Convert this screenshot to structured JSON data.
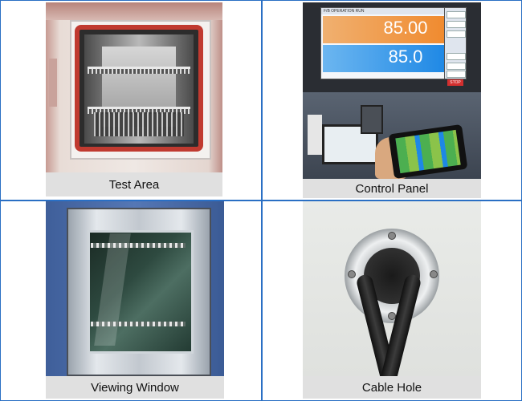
{
  "panels": [
    {
      "caption": "Test Area"
    },
    {
      "caption": "Control Panel"
    },
    {
      "caption": "Viewing Window"
    },
    {
      "caption": "Cable Hole"
    }
  ],
  "control_screen": {
    "title": "F/B OPERATION RUN",
    "setpoint_top": "85.00",
    "setpoint_bottom": "85.0",
    "stop_label": "STOP"
  },
  "colors": {
    "border_blue": "#2a6fc4",
    "caption_bg": "#e0e0e0"
  }
}
